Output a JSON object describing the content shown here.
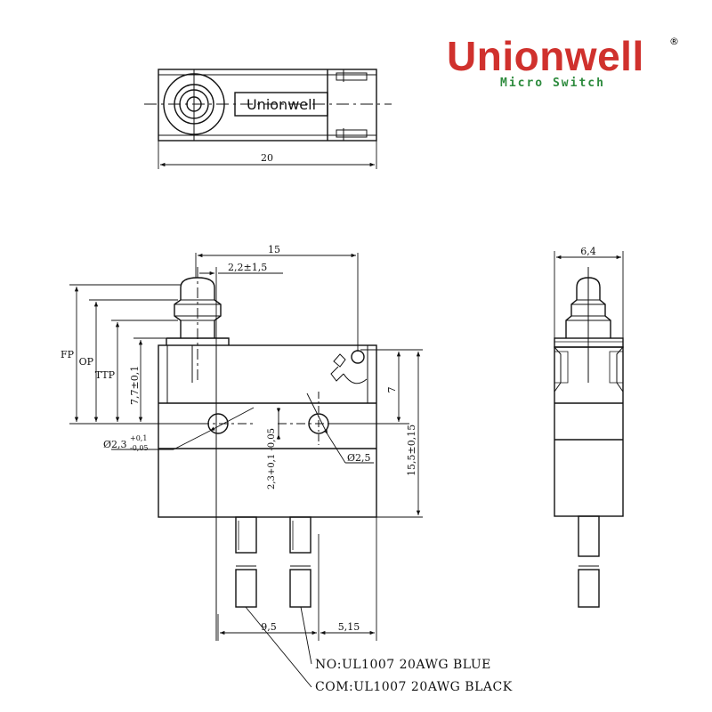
{
  "brand": {
    "name": "Unionwell",
    "registered_mark": "®",
    "subtitle": "Micro Switch",
    "name_color": "#d0312d",
    "subtitle_color": "#2e8b3e"
  },
  "top_view": {
    "body_label": "Unionwell",
    "width_dim": "20"
  },
  "front_view": {
    "dim_15": "15",
    "dim_2_2": "2,2±1,5",
    "label_fp": "FP",
    "label_op": "OP",
    "label_ttp": "TTP",
    "dim_7_7": "7,7±0,1",
    "dim_7": "7",
    "dim_15_5": "15,5±0,15",
    "dim_hole_left": "Ø2,3",
    "dim_hole_left_tol_upper": "+0,1",
    "dim_hole_left_tol_lower": "-0,05",
    "dim_2_3_vertical": "2,3+0,1 -0,05",
    "dim_hole_right": "Ø2,5",
    "dim_9_5": "9,5",
    "dim_5_15": "5,15"
  },
  "side_view": {
    "dim_6_4": "6,4"
  },
  "wire_notes": {
    "no": "NO:UL1007 20AWG BLUE",
    "com": "COM:UL1007 20AWG BLACK"
  }
}
